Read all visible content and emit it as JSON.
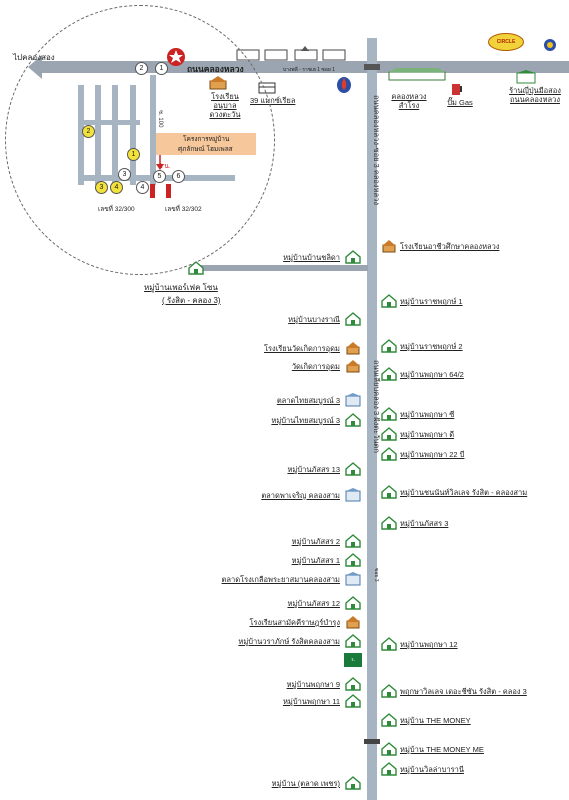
{
  "top_road": {
    "name": "ถนนคลองหลวง",
    "west_label": "ไปคลองสอง",
    "sub_label": "บางพลี - ราชเฮ 1 ซอย 1",
    "landmarks": [
      "โรงเรียนอนุบาล ดวงตะวัน",
      "39 แมกซ์เรียล"
    ],
    "east_labels": [
      "คลองหลวง สำโรง",
      "ปั๊ม Gas",
      "ร้านญี่ปุ่นมือสอง ถนนคลองหลวง"
    ],
    "sign_circle": "CIRCLE"
  },
  "inset": {
    "project_label_line1": "โครงการหมู่บ้าน",
    "project_label_line2": "ศุภลักษณ์ โฮมเพลส",
    "distance_label": "2 น.",
    "plot_labels": [
      "เลขที่ 32/300",
      "เลขที่ 32/302"
    ],
    "road_label": "ซ. 100",
    "numbers": [
      "1",
      "2",
      "3",
      "4",
      "5",
      "6"
    ]
  },
  "main_road": {
    "name_vertical_1": "ถนนคลองหลวง-ซอย 3 คลองหลวง",
    "name_vertical_2": "ถนนเลียบคลอง 3 ฝั่งตะวันตก",
    "small_vertical": "ซอย 3"
  },
  "branch_road": {
    "label_line1": "หมู่บ้านเพอร์เฟค โซน",
    "label_line2": "( รังสิต - คลอง 3)"
  },
  "left_labels": [
    "หมู่บ้านบ้านชลิดา",
    "หมู่บ้านบางราณี",
    "โรงเรียนวัดเกิดการอุดม",
    "วัดเกิดการอุดม",
    "ตลาดไทยสมบูรณ์ 3",
    "หมู่บ้านไทยสมบูรณ์ 3",
    "หมู่บ้านภัสสร 13",
    "ตลาดพาเจริญ คลองสาม",
    "หมู่บ้านภัสสร 2",
    "หมู่บ้านภัสสร 1",
    "ตลาดโรงเกลือพระยาสมานคลองสาม",
    "หมู่บ้านภัสสร 12",
    "โรงเรียนสามัคคีราษฎร์บำรุง",
    "หมู่บ้านวราภักษ์ รังสิตคลองสาม",
    "หมู่บ้านพฤกษา 9",
    "หมู่บ้านพฤกษา 11",
    "หมู่บ้าน (ตลาด เพชร)"
  ],
  "right_labels": [
    "โรงเรียนอาชีวศึกษาคลองหลวง",
    "หมู่บ้านราชพฤกษ์ 1",
    "หมู่บ้านราชพฤกษ์ 2",
    "หมู่บ้านพฤกษา 64/2",
    "หมู่บ้านพฤกษา ซี",
    "หมู่บ้านพฤกษา ดี",
    "หมู่บ้านพฤกษา 22 บี",
    "หมู่บ้านชนนันท์วิลเลจ รังสิต - คลองสาม",
    "หมู่บ้านภัสสร 3",
    "หมู่บ้านพฤกษา 12",
    "พฤกษาวิลเลจ เดอะชีซัน รังสิต - คลอง 3",
    "หมู่บ้าน THE MONEY",
    "หมู่บ้าน THE MONEY ME",
    "หมู่บ้านวิลล่าบารานี"
  ],
  "store_sign": "7-ELEVEn",
  "colors": {
    "road": "#9aa5b1",
    "house_icon": "#2f8a3a",
    "school_icon": "#c97b2a",
    "project_box": "#f6c79a",
    "marker_red": "#cc2222"
  }
}
